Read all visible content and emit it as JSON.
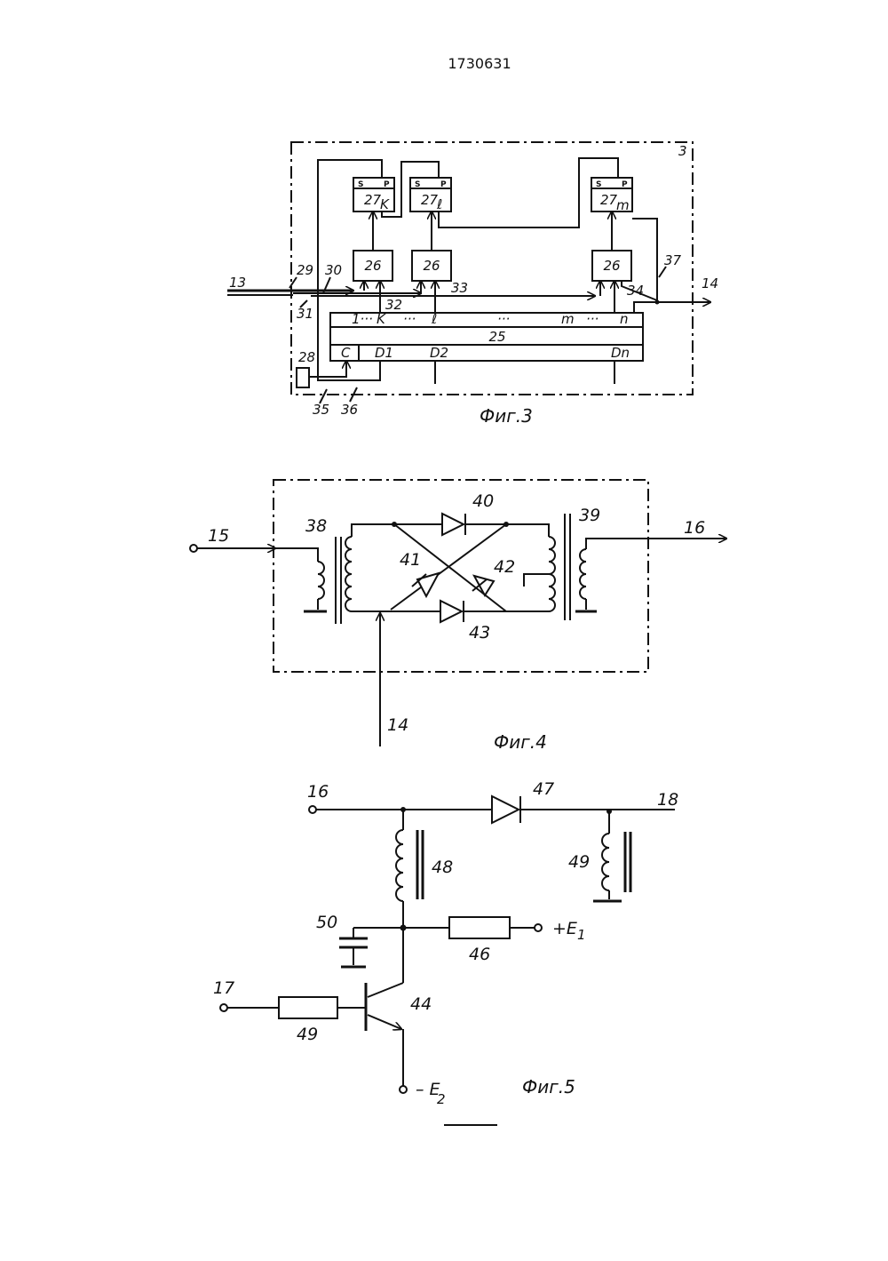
{
  "header": {
    "patent_number": "1730631"
  },
  "fig3": {
    "frame_label": "3",
    "trigger_k": {
      "s": "S",
      "p": "P",
      "label": "27",
      "sub": "K"
    },
    "trigger_l": {
      "s": "S",
      "p": "P",
      "label": "27",
      "sub": "ℓ"
    },
    "trigger_m": {
      "s": "S",
      "p": "P",
      "label": "27",
      "sub": "m"
    },
    "block26_label": "26",
    "register_label": "25",
    "reg_out_1": "1···",
    "reg_out_k": "K",
    "reg_out_l": "ℓ",
    "reg_out_m": "m",
    "reg_out_n": "n",
    "dots": "···",
    "reg_in_c": "C",
    "reg_in_d1": "D1",
    "reg_in_d2": "D2",
    "reg_in_dn": "Dn",
    "label_28": "28",
    "in_13": "13",
    "label_29": "29",
    "label_30": "30",
    "label_31": "31",
    "label_32": "32",
    "label_33": "33",
    "label_34": "34",
    "label_35": "35",
    "label_36": "36",
    "label_37": "37",
    "out_14": "14",
    "caption": "Фиг.3"
  },
  "fig4": {
    "in_15": "15",
    "label_38": "38",
    "label_39": "39",
    "label_40": "40",
    "label_41": "41",
    "label_42": "42",
    "label_43": "43",
    "in_14": "14",
    "out_16": "16",
    "caption": "Фиг.4"
  },
  "fig5": {
    "in_16": "16",
    "label_47": "47",
    "out_18": "18",
    "label_48": "48",
    "label_49": "49",
    "label_50": "50",
    "label_46": "46",
    "supply_plus": "+E",
    "supply_plus_sub": "1",
    "label_44": "44",
    "in_17": "17",
    "supply_minus": "– E",
    "supply_minus_sub": "2",
    "caption": "Фиг.5"
  }
}
